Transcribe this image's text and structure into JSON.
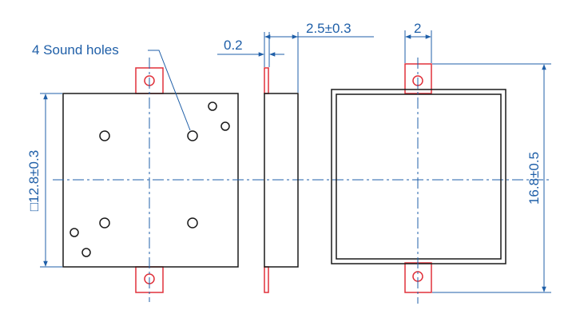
{
  "labels": {
    "sound_holes": "4 Sound holes",
    "lead_thickness": "0.2",
    "body_thickness": "2.5±0.3",
    "lead_width": "2",
    "overall_length": "16.8±0.5",
    "body_size": "□12.8±0.3"
  },
  "colors": {
    "outline": "#1a1a1a",
    "dimension": "#1f5fa8",
    "center_line": "#1f5fa8",
    "terminal": "#e0303a"
  }
}
